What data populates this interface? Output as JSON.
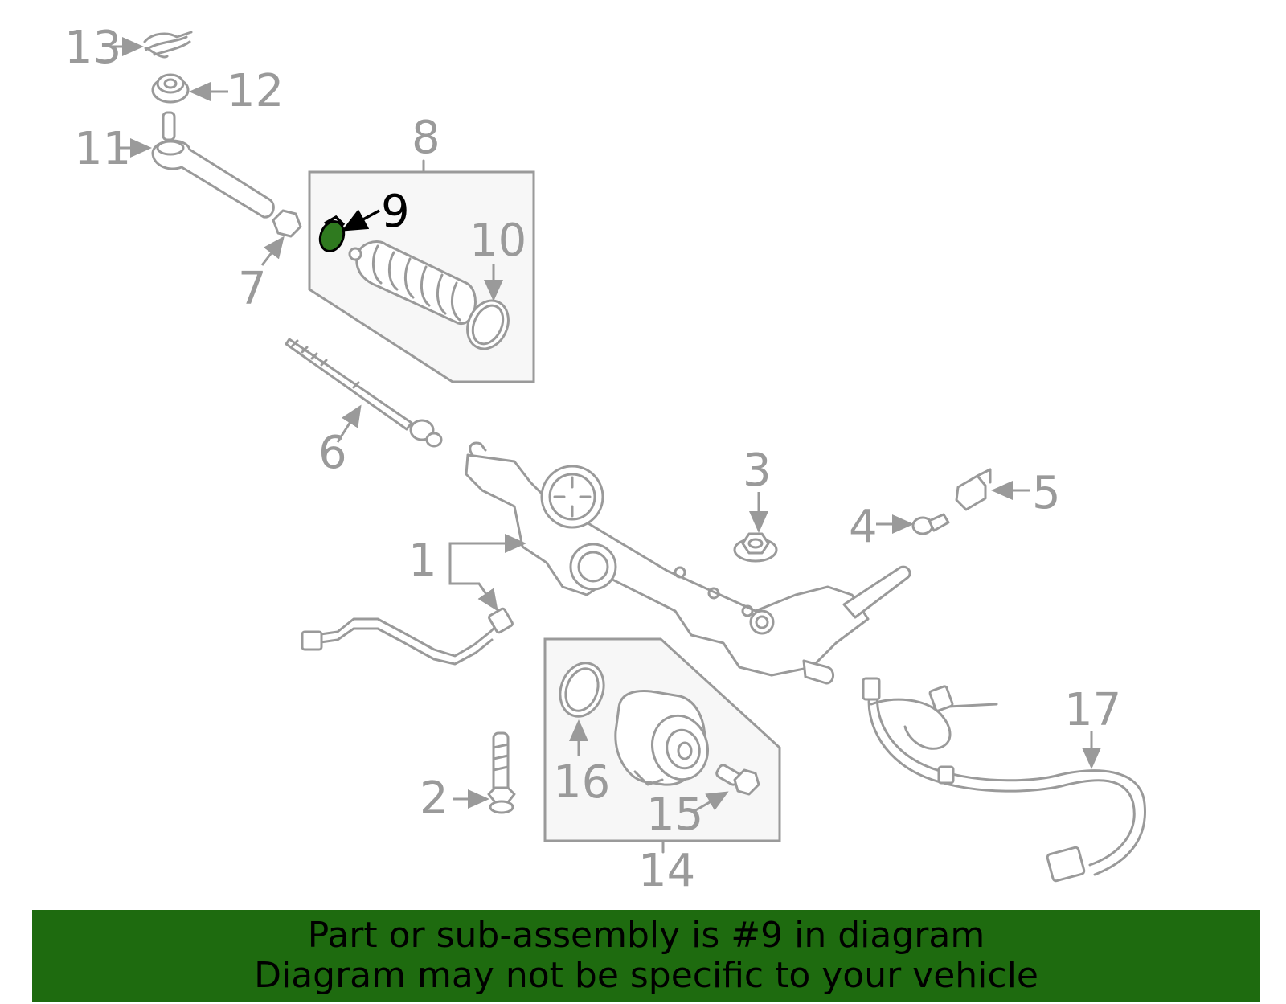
{
  "diagram": {
    "highlight_color": "#2f7a1f",
    "callouts": {
      "c1": "1",
      "c2": "2",
      "c3": "3",
      "c4": "4",
      "c5": "5",
      "c6": "6",
      "c7": "7",
      "c8": "8",
      "c9": "9",
      "c10": "10",
      "c11": "11",
      "c12": "12",
      "c13": "13",
      "c14": "14",
      "c15": "15",
      "c16": "16",
      "c17": "17"
    },
    "highlighted_part": "9"
  },
  "banner": {
    "background": "#1e6b0f",
    "line1": "Part or sub-assembly is #9 in diagram",
    "line2": "Diagram may not be specific to your vehicle"
  }
}
